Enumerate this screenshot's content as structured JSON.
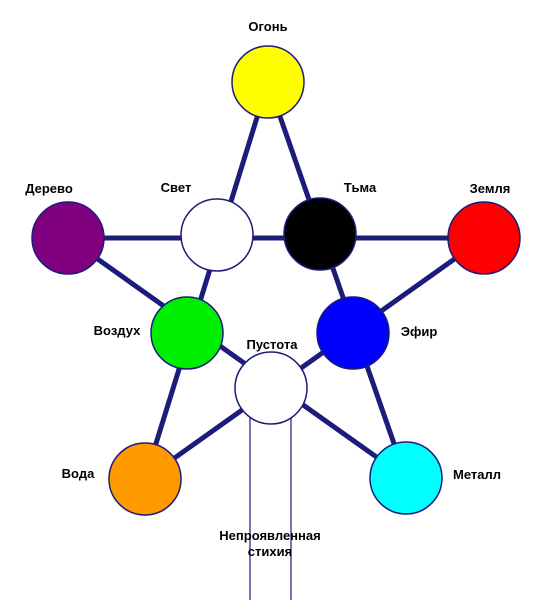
{
  "diagram": {
    "colors": {
      "edge": "#1c1c7a",
      "outline": "#1c1c7a",
      "void_fill": "#ffffff",
      "channel": "#1c1c7a"
    },
    "nodes": {
      "fire": {
        "label": "Огонь",
        "color": "#ffff00"
      },
      "wood": {
        "label": "Дерево",
        "color": "#800080"
      },
      "light": {
        "label": "Свет",
        "color": "#ffffff"
      },
      "dark": {
        "label": "Тьма",
        "color": "#000000"
      },
      "earth": {
        "label": "Земля",
        "color": "#ff0000"
      },
      "air": {
        "label": "Воздух",
        "color": "#00ee00"
      },
      "ether": {
        "label": "Эфир",
        "color": "#0000ff"
      },
      "void": {
        "label": "Пустота",
        "color": "#ffffff"
      },
      "water": {
        "label": "Вода",
        "color": "#ff9900"
      },
      "metal": {
        "label": "Металл",
        "color": "#00ffff"
      }
    },
    "unmanifest": {
      "line1": "Непроявленная",
      "line2": "стихия"
    }
  }
}
